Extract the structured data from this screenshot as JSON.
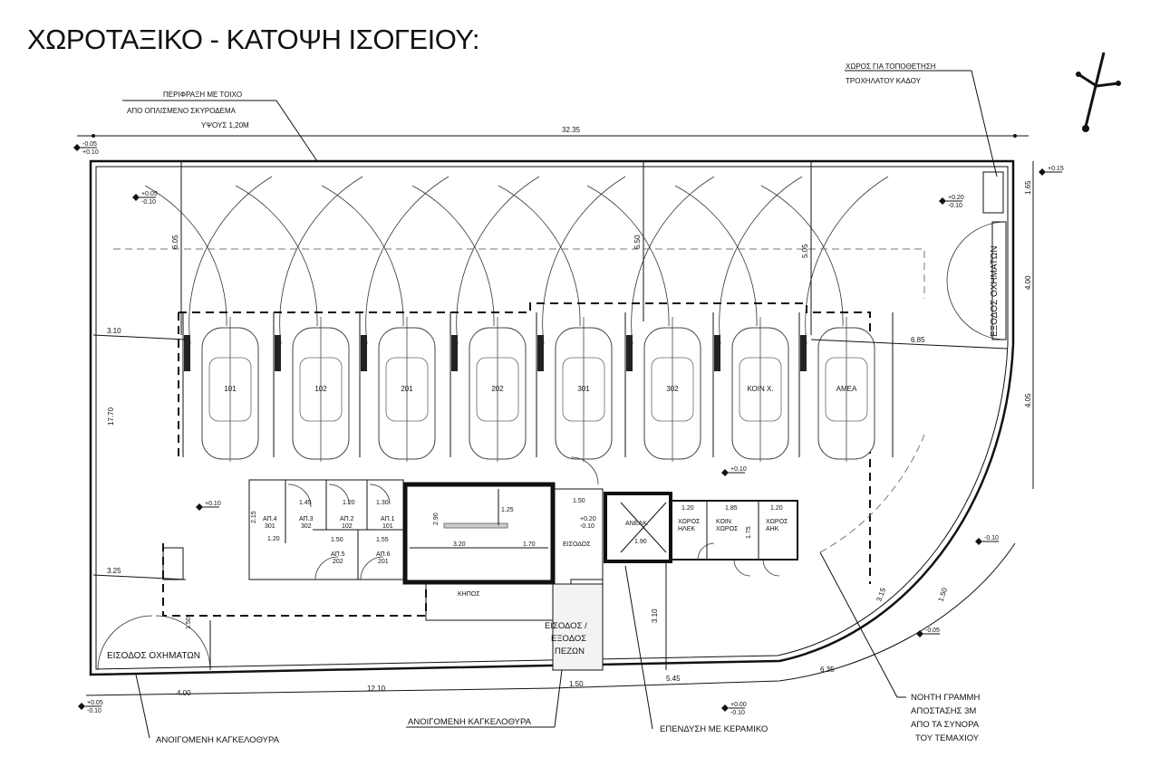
{
  "title": "ΧΩΡΟΤΑΞΙΚΟ - ΚΑΤΟΨΗ ΙΣΟΓΕΙΟΥ:",
  "annotations": {
    "fence": [
      "ΠΕΡΙΦΡΑΞΗ ΜΕ ΤΟΙΧΟ",
      "ΑΠΟ ΟΠΛΙΣΜΕΝΟ ΣΚΥΡΟΔΕΜΑ",
      "ΥΨΟΥΣ 1,20Μ"
    ],
    "bin_space": [
      "ΧΩΡΟΣ ΓΙΑ ΤΟΠΟΘΕΤΗΣΗ",
      "ΤΡΟΧΗΛΑΤΟΥ ΚΑΔΟΥ"
    ],
    "gate_left": "ΑΝΟΙΓΟΜΕΝΗ ΚΑΓΚΕΛΟΘΥΡΑ",
    "gate_mid": "ΑΝΟΙΓΟΜΕΝΗ ΚΑΓΚΕΛΟΘΥΡΑ",
    "ceramic": "ΕΠΕΝΔΥΣΗ ΜΕ ΚΕΡΑΜΙΚΟ",
    "setback": [
      "ΝΟΗΤΗ ΓΡΑΜΜΗ",
      "ΑΠΟΣΤΑΣΗΣ 3Μ",
      "ΑΠΟ ΤΑ ΣΥΝΟΡΑ",
      "ΤΟΥ ΤΕΜΑΧΙΟΥ"
    ]
  },
  "entrances": {
    "vehicles_bottom": "ΕΙΣΟΔΟΣ ΟΧΗΜΑΤΩΝ",
    "vehicles_right": "ΕΞΟΔΟΣ ΟΧΗΜΑΤΩΝ",
    "pedestrians": [
      "ΕΙΣΟΔΟΣ /",
      "ΕΞΟΔΟΣ",
      "ΠΕΖΩΝ"
    ]
  },
  "parking_spaces": [
    "101",
    "102",
    "201",
    "202",
    "301",
    "302",
    "ΚΟΙΝ Χ.",
    "ΑΜΕΑ"
  ],
  "rooms": {
    "storage": [
      {
        "name": "ΑΠ.4",
        "unit": "301"
      },
      {
        "name": "ΑΠ.3",
        "unit": "302"
      },
      {
        "name": "ΑΠ.2",
        "unit": "102"
      },
      {
        "name": "ΑΠ.1",
        "unit": "101"
      },
      {
        "name": "ΑΠ.5",
        "unit": "202"
      },
      {
        "name": "ΑΠ.6",
        "unit": "201"
      }
    ],
    "garden": "ΚΗΠΟΣ",
    "entrance": "ΕΙΣΟΔΟΣ",
    "elevator": "ΑΝΕΛΚ.",
    "electrical": [
      "ΧΩΡΟΣ",
      "ΗΛΕΚ"
    ],
    "common": [
      "ΚΟΙΝ",
      "ΧΩΡΟΣ"
    ],
    "aik": [
      "ΧΩΡΟΣ",
      "ΑΗΚ"
    ]
  },
  "dimensions": {
    "overall_width": "32.35",
    "overall_depth": "17.70",
    "left_top": "3.10",
    "left_bottom": "3.25",
    "arc1": "6.05",
    "arc2": "5.50",
    "arc3": "5.05",
    "right_span": "6.85",
    "right1": "1.65",
    "right2": "4.00",
    "right3": "4.05",
    "curve1": "1.50",
    "curve2": "3.15",
    "curve3": "6.35",
    "ped_path": "3.10",
    "gate_height": "1.50",
    "bottom": [
      "4.00",
      "12.10",
      "1.50",
      "5.45"
    ],
    "storage": [
      "1.45",
      "1.20",
      "1.30",
      "2.15",
      "1.20",
      "1.50",
      "1.55"
    ],
    "stair": [
      "2.90",
      "1.25",
      "3.20",
      "1.70",
      "1.50"
    ],
    "elevator": "1.90",
    "services": [
      "1.20",
      "1.85",
      "1.20"
    ],
    "wc": "1.75"
  },
  "levels": {
    "top_left": [
      "-0.05",
      "+0.10"
    ],
    "parking": [
      "+0.05",
      "-0.10"
    ],
    "top_right": [
      "+0.15"
    ],
    "right_gate": [
      "+0.20",
      "-0.10"
    ],
    "corner": [
      "+0.15"
    ],
    "core": [
      "+0.10"
    ],
    "court": [
      "+0.10"
    ],
    "entrance": [
      "+0.20",
      "-0.10"
    ],
    "storage": [
      "+0.10"
    ],
    "curve": [
      "-0.10"
    ],
    "curve_end": [
      "-0.05"
    ],
    "bottom_left": [
      "+0.05",
      "-0.10"
    ],
    "bottom_mid": [
      "+0.00",
      "-0.10"
    ]
  }
}
